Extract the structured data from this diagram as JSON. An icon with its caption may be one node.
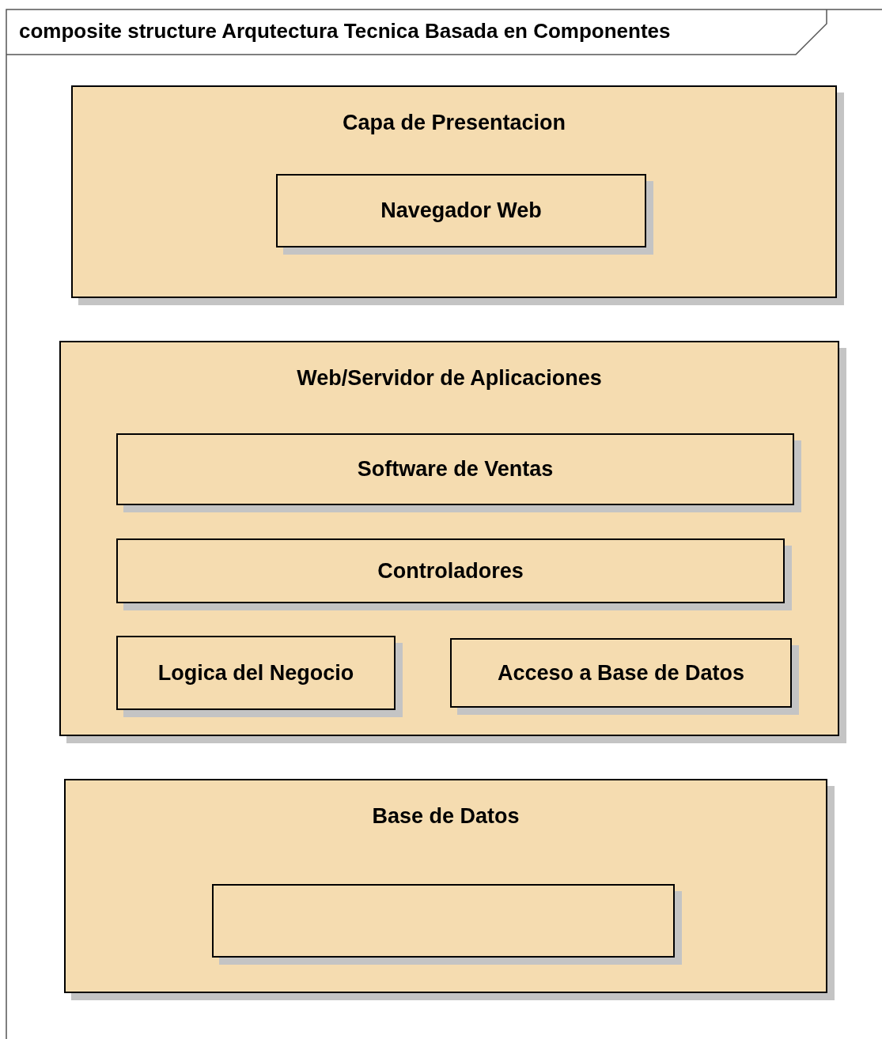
{
  "diagram": {
    "title": "composite structure Arqutectura Tecnica Basada en Componentes",
    "nodes": [
      {
        "text": [
          "Capa de Presentacion"
        ]
      },
      {
        "text": [
          "Navegador Web"
        ],
        "in": 0
      },
      {
        "text": [
          "Web/Servidor de Aplicaciones"
        ]
      },
      {
        "text": [
          "Software de Ventas"
        ],
        "in": 2
      },
      {
        "text": [
          "Controladores"
        ],
        "in": 2
      },
      {
        "text": [
          "Logica del Negocio"
        ],
        "in": 2
      },
      {
        "text": [
          "Acceso a Base de Datos"
        ],
        "in": 2
      },
      {
        "text": [
          "Base de Datos"
        ]
      },
      {
        "text": [],
        "shape": "box",
        "in": 7
      }
    ]
  }
}
